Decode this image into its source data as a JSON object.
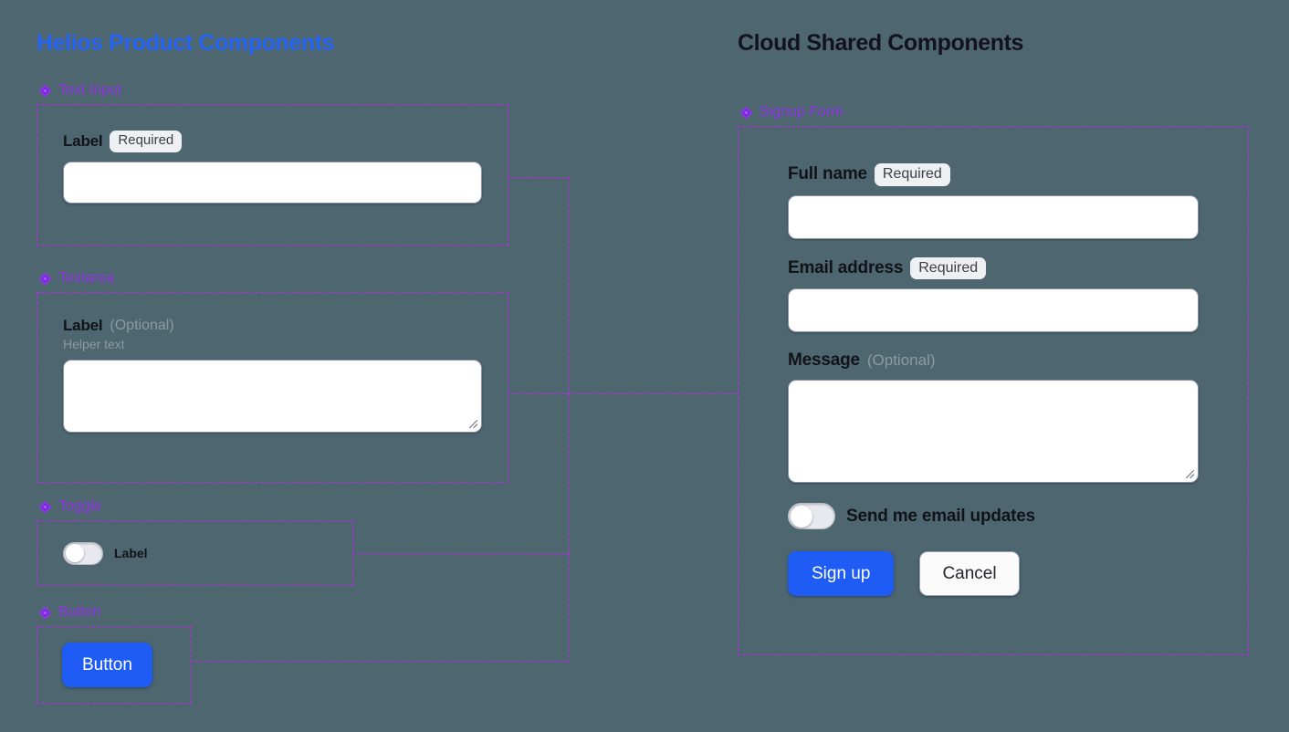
{
  "columns": {
    "left_title": "Helios Product Components",
    "right_title": "Cloud Shared Components"
  },
  "colors": {
    "canvas": "#4d6670",
    "left_title": "#2563f5",
    "right_title": "#14121f",
    "section_label": "#9333ea",
    "frame_dashed": "#c026f0",
    "primary_button": "#1f5cf5",
    "badge_bg": "#eef0f3",
    "muted_text": "#8d9aa1"
  },
  "icons": {
    "section": "diamond-icon",
    "resize": "resize-grip-icon"
  },
  "left_sections": [
    {
      "name": "text-input",
      "label": "Text Input",
      "field_label": "Label",
      "badge": "Required",
      "input_value": "",
      "input_placeholder": ""
    },
    {
      "name": "textarea",
      "label": "Textarea",
      "field_label": "Label",
      "optional": "(Optional)",
      "helper": "Helper text",
      "input_value": "",
      "input_placeholder": ""
    },
    {
      "name": "toggle",
      "label": "Toggle",
      "switch_label": "Label",
      "switch_state": "off"
    },
    {
      "name": "button",
      "label": "Button",
      "button_label": "Button"
    }
  ],
  "right_section": {
    "name": "signup-form",
    "label": "Signup Form",
    "fields": [
      {
        "name": "full-name",
        "label": "Full name",
        "badge": "Required",
        "value": "",
        "placeholder": ""
      },
      {
        "name": "email-address",
        "label": "Email address",
        "badge": "Required",
        "value": "",
        "placeholder": ""
      },
      {
        "name": "message",
        "label": "Message",
        "optional": "(Optional)",
        "value": "",
        "placeholder": ""
      }
    ],
    "toggle": {
      "label": "Send me email updates",
      "state": "off"
    },
    "actions": {
      "primary": "Sign up",
      "secondary": "Cancel"
    }
  }
}
